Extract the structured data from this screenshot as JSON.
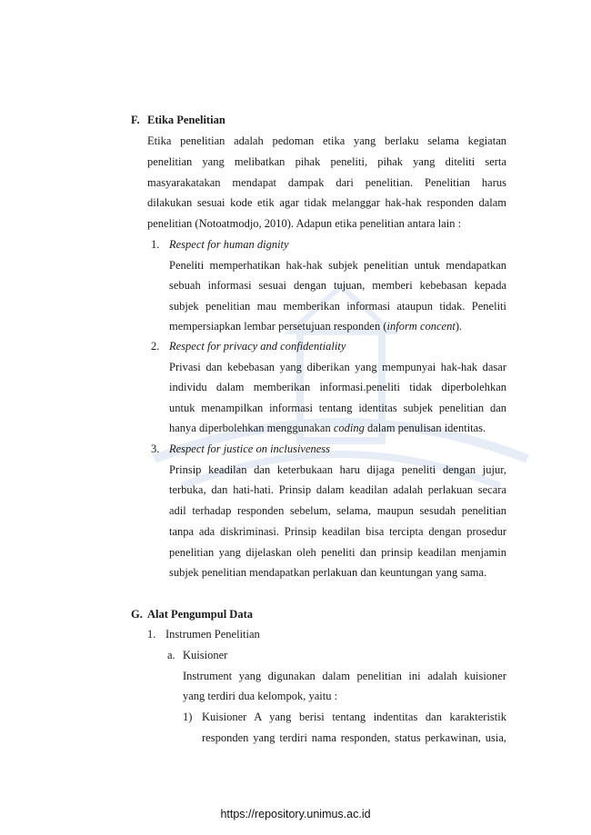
{
  "sectionF": {
    "letter": "F.",
    "title": "Etika Penelitian",
    "intro": [
      "Etika penelitian adalah pedoman etika yang berlaku selama kegiatan",
      "penelitian yang melibatkan pihak peneliti, pihak yang diteliti serta",
      "masyarakatakan mendapat dampak dari penelitian. Penelitian harus",
      "dilakukan sesuai kode etik agar tidak melanggar hak-hak responden dalam",
      "penelitian (Notoatmodjo, 2010). Adapun etika penelitian antara lain :"
    ],
    "items": [
      {
        "num": "1.",
        "title": "Respect for human dignity",
        "lines": [
          "Peneliti memperhatikan hak-hak subjek penelitian untuk mendapatkan",
          "sebuah informasi sesuai dengan tujuan, memberi kebebasan kepada",
          "subjek penelitian mau memberikan informasi ataupun tidak. Peneliti"
        ],
        "last_pre": "mempersiapkan lembar persetujuan responden (",
        "last_em": "inform concent",
        "last_post": ")."
      },
      {
        "num": "2.",
        "title": "Respect for privacy and confidentiality",
        "lines": [
          "Privasi dan kebebasan yang diberikan yang mempunyai hak-hak dasar",
          "individu dalam memberikan informasi.peneliti tidak diperbolehkan",
          "untuk menampilkan informasi tentang identitas subjek penelitian dan"
        ],
        "last_pre": "hanya diperbolehkan menggunakan ",
        "last_em": "coding",
        "last_post": " dalam penulisan identitas."
      },
      {
        "num": "3.",
        "title": "Respect for justice on inclusiveness",
        "lines": [
          "Prinsip keadilan dan keterbukaan haru dijaga peneliti dengan jujur,",
          "terbuka, dan hati-hati. Prinsip dalam keadilan adalah perlakuan secara",
          "adil terhadap responden sebelum, selama, maupun sesudah penelitian",
          "tanpa ada diskriminasi. Prinsip keadilan bisa tercipta dengan prosedur",
          "penelitian yang dijelaskan oleh peneliti dan prinsip keadilan menjamin"
        ],
        "last": "subjek penelitian mendapatkan perlakuan dan keuntungan yang sama."
      }
    ]
  },
  "sectionG": {
    "letter": "G.",
    "title": "Alat Pengumpul Data",
    "sub1_num": "1.",
    "sub1_title": "Instrumen Penelitian",
    "suba_num": "a.",
    "suba_title": "Kuisioner",
    "suba_lines": [
      "Instrument yang digunakan dalam penelitian ini adalah kuisioner"
    ],
    "suba_last": "yang terdiri dua kelompok, yaitu :",
    "item1_num": "1)",
    "item1_lines": [
      "Kuisioner A yang berisi tentang indentitas dan karakteristik",
      "responden yang terdiri nama responden, status perkawinan, usia,"
    ]
  },
  "footer": {
    "url": "https://repository.unimus.ac.id"
  },
  "colors": {
    "text": "#1a1a1a",
    "watermark": "#7aa0d8"
  }
}
